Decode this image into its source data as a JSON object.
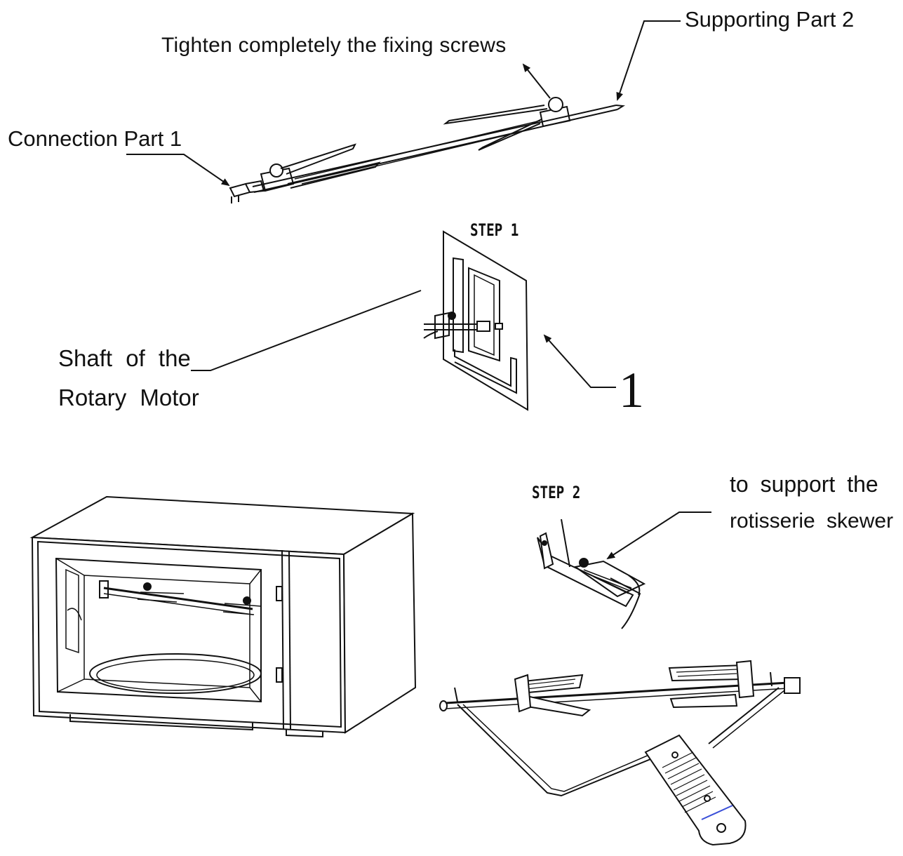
{
  "labels": {
    "tighten_screws": "Tighten completely the fixing screws",
    "supporting_part_2": "Supporting Part 2",
    "connection_part_1": "Connection Part 1",
    "shaft_line_1": "Shaft of the",
    "shaft_line_2": "Rotary Motor",
    "step_1": "STEP 1",
    "step_2": "STEP 2",
    "callout_number": "1",
    "support_line_1": "to support the",
    "support_line_2": "rotisserie skewer"
  },
  "colors": {
    "ink": "#111111",
    "background": "#ffffff",
    "accent": "#3a4fd8"
  }
}
